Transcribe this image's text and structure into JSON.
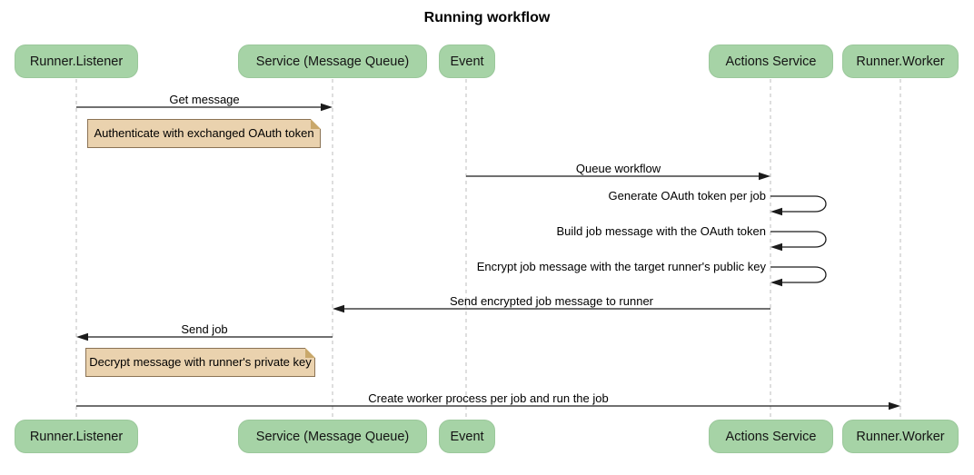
{
  "title": "Running workflow",
  "colors": {
    "participant_fill": "#a6d3a6",
    "participant_border": "#9bc89b",
    "note_fill": "#ead2ae",
    "note_border": "#8b7355",
    "lifeline": "#bdbdbd",
    "arrow": "#1b1b1b"
  },
  "participants": [
    {
      "name": "Runner.Listener"
    },
    {
      "name": "Service (Message Queue)"
    },
    {
      "name": "Event"
    },
    {
      "name": "Actions Service"
    },
    {
      "name": "Runner.Worker"
    }
  ],
  "messages": [
    {
      "label": "Get message",
      "from": "Runner.Listener",
      "to": "Service (Message Queue)",
      "type": "solid-arrow"
    },
    {
      "label": "Queue workflow",
      "from": "Event",
      "to": "Actions Service",
      "type": "solid-arrow"
    },
    {
      "label": "Generate OAuth token per job",
      "from": "Actions Service",
      "to": "Actions Service",
      "type": "self-loop"
    },
    {
      "label": "Build job message with the OAuth token",
      "from": "Actions Service",
      "to": "Actions Service",
      "type": "self-loop"
    },
    {
      "label": "Encrypt job message with the target runner's public key",
      "from": "Actions Service",
      "to": "Actions Service",
      "type": "self-loop"
    },
    {
      "label": "Send encrypted job message to runner",
      "from": "Actions Service",
      "to": "Service (Message Queue)",
      "type": "solid-arrow"
    },
    {
      "label": "Send job",
      "from": "Service (Message Queue)",
      "to": "Runner.Listener",
      "type": "solid-arrow"
    },
    {
      "label": "Create worker process per job and run the job",
      "from": "Runner.Listener",
      "to": "Runner.Worker",
      "type": "solid-arrow"
    }
  ],
  "notes": [
    {
      "text": "Authenticate with exchanged OAuth token",
      "position": "right of Runner.Listener"
    },
    {
      "text": "Decrypt message with runner's private key",
      "position": "right of Runner.Listener"
    }
  ]
}
